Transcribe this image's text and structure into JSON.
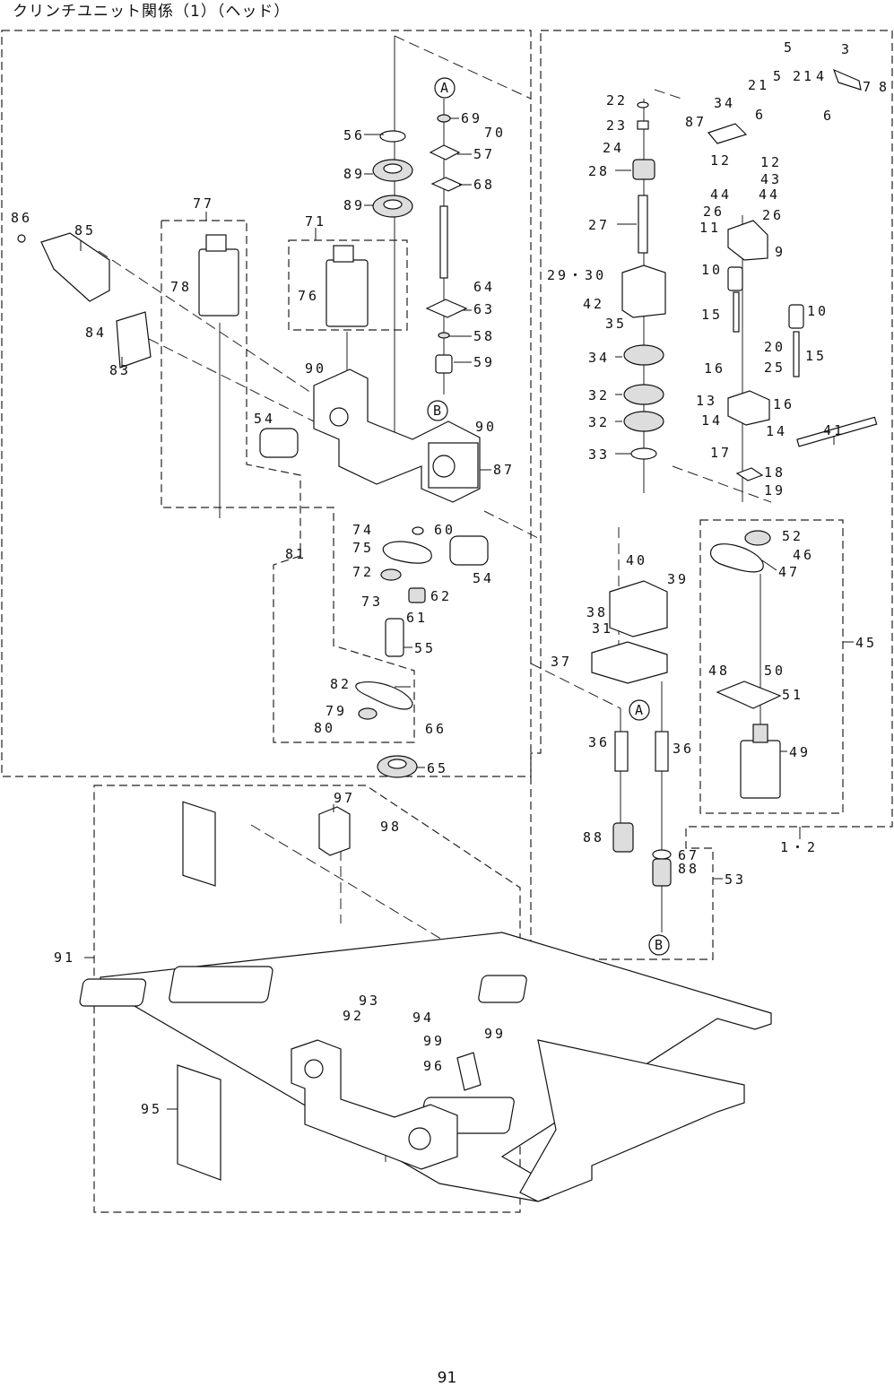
{
  "title": "クリンチユニット関係（1）（ヘッド）",
  "page_number": "91",
  "callouts": {
    "A_top": "A",
    "A_mid": "A",
    "B_mid": "B",
    "B_bot": "B",
    "n56": "56",
    "n89a": "89",
    "n89b": "89",
    "n69": "69",
    "n70": "70",
    "n57": "57",
    "n68": "68",
    "n64": "64",
    "n63": "63",
    "n58": "58",
    "n59": "59",
    "n90a": "90",
    "n90b": "90",
    "n87": "87",
    "n60": "60",
    "n74": "74",
    "n75": "75",
    "n72": "72",
    "n73": "73",
    "n62": "62",
    "n61": "61",
    "n54a": "54",
    "n54b": "54",
    "n81": "81",
    "n55": "55",
    "n82": "82",
    "n79": "79",
    "n80": "80",
    "n66": "66",
    "n65": "65",
    "n77": "77",
    "n78": "78",
    "n71": "71",
    "n76": "76",
    "n86": "86",
    "n85": "85",
    "n84": "84",
    "n83": "83",
    "n22": "22",
    "n23": "23",
    "n24": "24",
    "n28": "28",
    "n27": "27",
    "n2930": "29・30",
    "n42": "42",
    "n35": "35",
    "n34": "34",
    "n32a": "32",
    "n32b": "32",
    "n33": "33",
    "n5a": "5",
    "n3": "3",
    "n21a": "21",
    "n4": "4",
    "n5b": "5",
    "n7": "7",
    "n8": "8",
    "n34r": "34",
    "n21b": "21",
    "n6a": "6",
    "n87r": "87",
    "n6b": "6",
    "n12a": "12",
    "n12b": "12",
    "n43": "43",
    "n44a": "44",
    "n44b": "44",
    "n26a": "26",
    "n26b": "26",
    "n11": "11",
    "n9": "9",
    "n10a": "10",
    "n10b": "10",
    "n15a": "15",
    "n20": "20",
    "n15b": "15",
    "n16a": "16",
    "n25": "25",
    "n13": "13",
    "n16b": "16",
    "n14a": "14",
    "n14b": "14",
    "n41": "41",
    "n17": "17",
    "n18": "18",
    "n19": "19",
    "n52": "52",
    "n46": "46",
    "n47": "47",
    "n40": "40",
    "n39": "39",
    "n38": "38",
    "n31": "31",
    "n45": "45",
    "n37": "37",
    "n48": "48",
    "n50": "50",
    "n51": "51",
    "n36a": "36",
    "n36b": "36",
    "n49": "49",
    "n88a": "88",
    "n67": "67",
    "n88b": "88",
    "n53": "53",
    "n12r": "1・2",
    "n97": "97",
    "n98": "98",
    "n91": "91",
    "n93": "93",
    "n92": "92",
    "n94": "94",
    "n99a": "99",
    "n99b": "99",
    "n96": "96",
    "n95": "95"
  }
}
